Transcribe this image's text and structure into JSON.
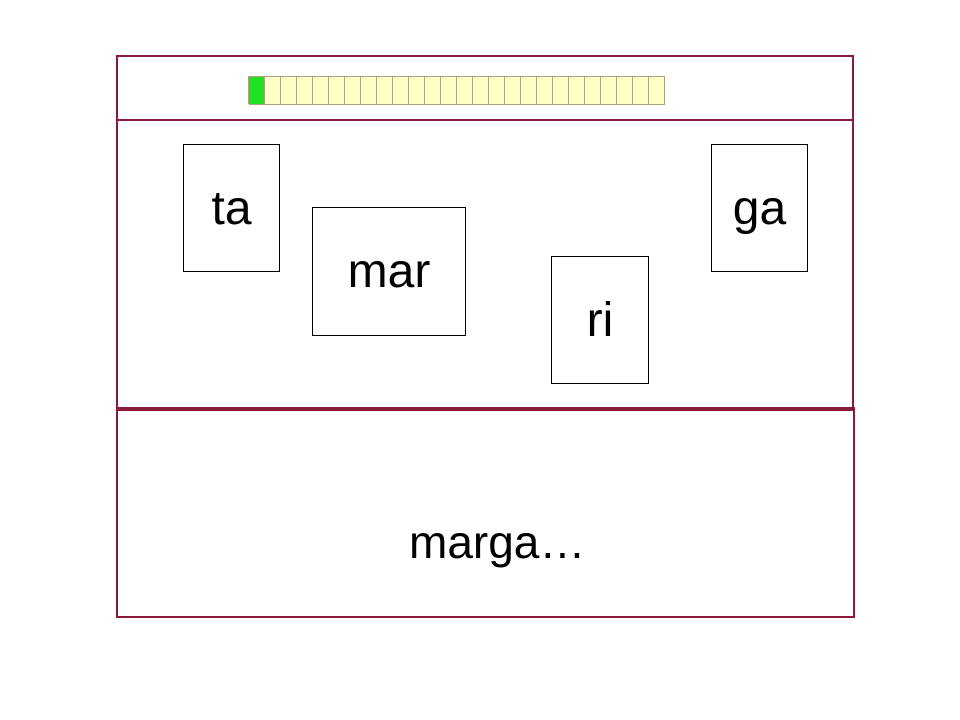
{
  "progress": {
    "total_steps": 26,
    "completed_steps": 1,
    "done_color": "#22e022",
    "pending_color": "#ffffc8"
  },
  "syllables": {
    "ta": "ta",
    "mar": "mar",
    "ri": "ri",
    "ga": "ga"
  },
  "answer": {
    "text": "marga…"
  },
  "colors": {
    "frame": "#8b1a3a"
  }
}
